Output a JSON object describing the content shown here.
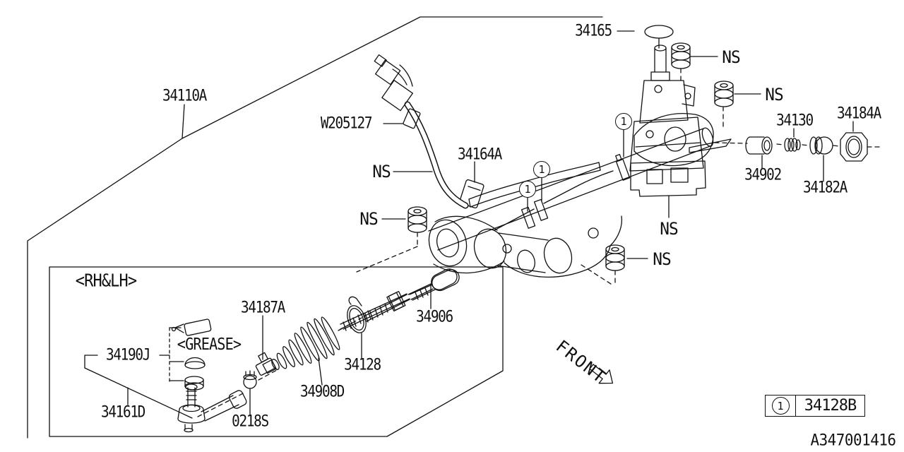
{
  "figure": {
    "code": "A347001416",
    "front": "FRONT",
    "ns": "NS",
    "ref1": "1",
    "group": "<RH&LH>",
    "grease": "<GREASE>",
    "legend": {
      "ref": "1",
      "part": "34128B"
    },
    "parts": {
      "p34110a": "34110A",
      "w205127": "W205127",
      "p34165": "34165",
      "p34164a": "34164A",
      "p34130": "34130",
      "p34184a": "34184A",
      "p34902": "34902",
      "p34182a": "34182A",
      "p34906": "34906",
      "p34128": "34128",
      "p34908d": "34908D",
      "p34187a": "34187A",
      "p34190j": "34190J",
      "p34161d": "34161D",
      "p0218s": "0218S"
    },
    "colors": {
      "line": "#111111",
      "background": "#ffffff"
    }
  }
}
